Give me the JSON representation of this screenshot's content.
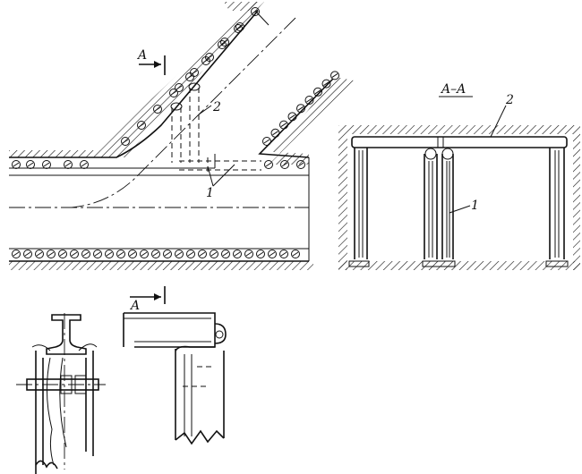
{
  "labels": {
    "section_marker_top": "A",
    "section_marker_bottom": "A",
    "section_title": "A–A",
    "plan_callout_1": "1",
    "plan_callout_2": "2",
    "section_callout_1": "1",
    "section_callout_2": "2"
  }
}
